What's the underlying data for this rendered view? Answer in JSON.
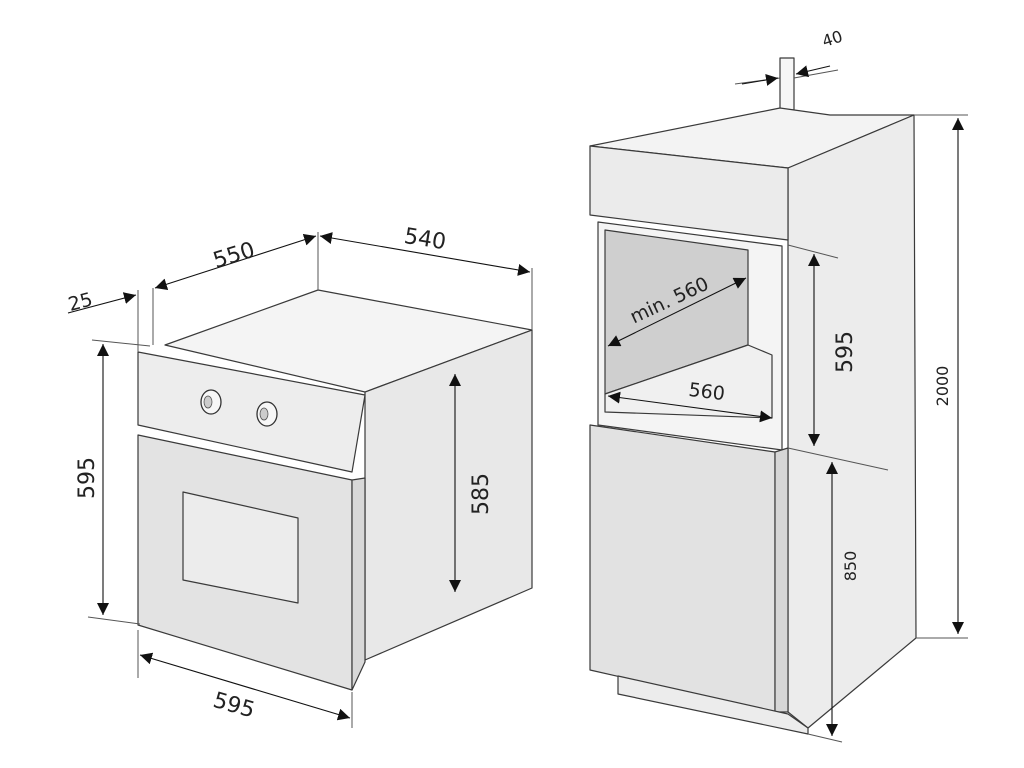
{
  "oven": {
    "dim_depth_door": "25",
    "dim_depth_body": "550",
    "dim_depth_top": "540",
    "dim_height_front": "595",
    "dim_height_body": "585",
    "dim_width": "595"
  },
  "cabinet": {
    "dim_back_gap": "40",
    "dim_min_depth": "min. 560",
    "dim_niche_width": "560",
    "dim_niche_height": "595",
    "dim_total_height": "2000",
    "dim_base_height": "850"
  },
  "colors": {
    "outline": "#3a3a3a",
    "panel_light": "#f3f3f3",
    "panel_mid": "#e6e6e6",
    "niche_dark": "#cfcfcf",
    "arrow": "#111111"
  }
}
